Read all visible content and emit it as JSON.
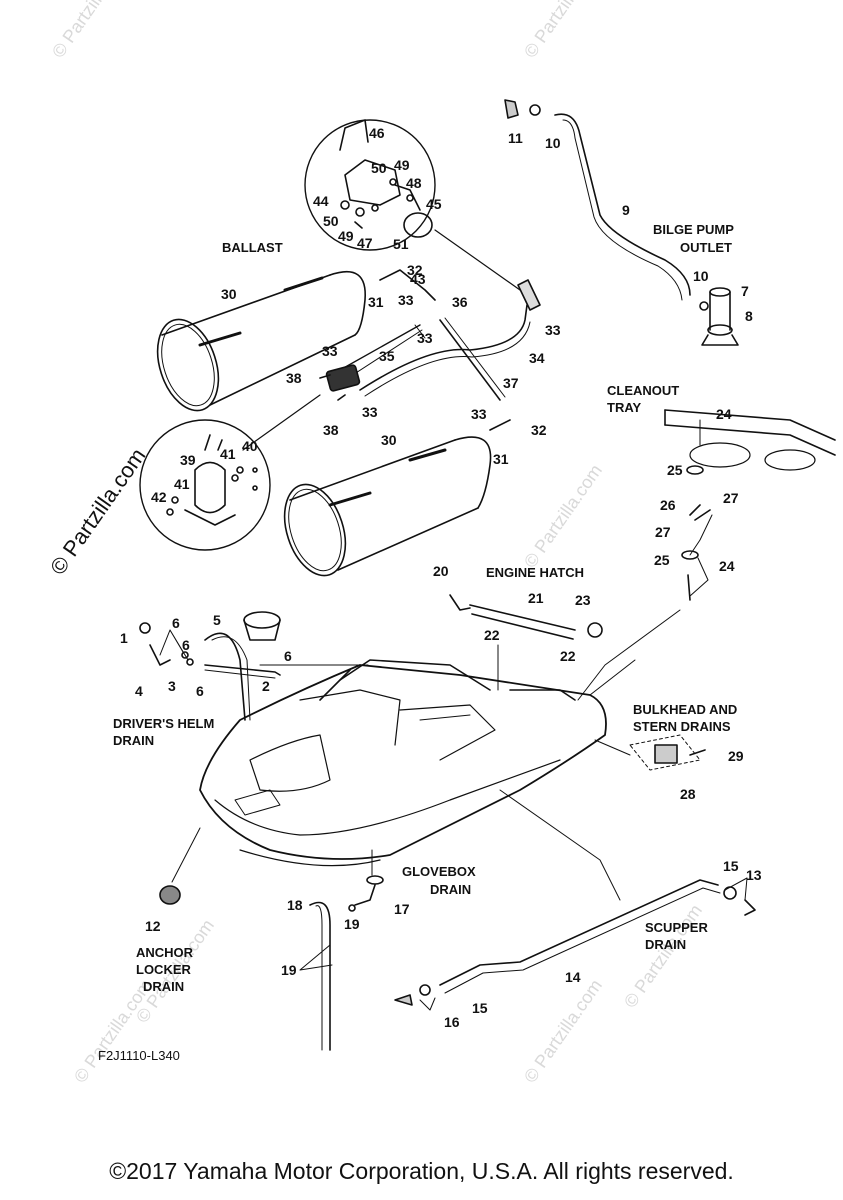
{
  "watermark": {
    "text": "© Partzilla.com",
    "faint_color": "#d6d6d6"
  },
  "labels": {
    "ballast": "BALLAST",
    "bilge_pump_1": "BILGE PUMP",
    "bilge_pump_2": "OUTLET",
    "cleanout_1": "CLEANOUT",
    "cleanout_2": "TRAY",
    "engine_hatch": "ENGINE HATCH",
    "drivers_helm_1": "DRIVER'S HELM",
    "drivers_helm_2": "DRAIN",
    "bulkhead_1": "BULKHEAD AND",
    "bulkhead_2": "STERN DRAINS",
    "glovebox_1": "GLOVEBOX",
    "glovebox_2": "DRAIN",
    "anchor_1": "ANCHOR",
    "anchor_2": "LOCKER",
    "anchor_3": "DRAIN",
    "scupper_1": "SCUPPER",
    "scupper_2": "DRAIN"
  },
  "part_numbers": [
    "1",
    "2",
    "3",
    "4",
    "5",
    "6",
    "6",
    "6",
    "6",
    "7",
    "8",
    "9",
    "10",
    "10",
    "11",
    "12",
    "13",
    "14",
    "15",
    "15",
    "16",
    "17",
    "18",
    "19",
    "19",
    "20",
    "21",
    "22",
    "22",
    "23",
    "24",
    "24",
    "25",
    "25",
    "26",
    "27",
    "27",
    "28",
    "29",
    "30",
    "30",
    "31",
    "31",
    "32",
    "32",
    "33",
    "33",
    "33",
    "33",
    "33",
    "33",
    "34",
    "35",
    "36",
    "37",
    "38",
    "38",
    "39",
    "40",
    "41",
    "41",
    "42",
    "43",
    "44",
    "45",
    "46",
    "47",
    "48",
    "49",
    "49",
    "50",
    "50",
    "51"
  ],
  "diagram_code": "F2J1110-L340",
  "copyright": "©2017 Yamaha Motor Corporation, U.S.A. All rights reserved."
}
